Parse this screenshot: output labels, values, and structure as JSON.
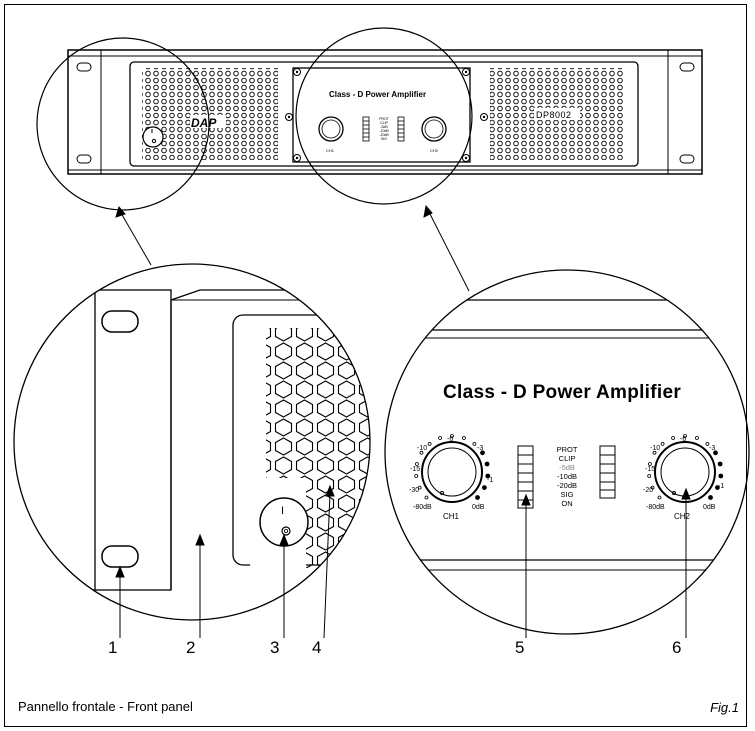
{
  "panel": {
    "title": "Class - D Power Amplifier",
    "model": "DP8002",
    "brand_logo": "DAP",
    "power_switch_symbol": "I",
    "ch1": {
      "label": "CH1",
      "scale": [
        "-10",
        "-6",
        "-3",
        "-1",
        "0dB",
        "-80dB",
        "-30",
        "-15"
      ]
    },
    "ch2": {
      "label": "CH2",
      "scale": [
        "-10",
        "-6",
        "-3",
        "-1",
        "0dB",
        "-80dB",
        "-20",
        "-15"
      ]
    },
    "leds": [
      "PROT",
      "CLIP",
      "-5dB",
      "-10dB",
      "-20dB",
      "SIG",
      "ON"
    ]
  },
  "callouts": [
    "1",
    "2",
    "3",
    "4",
    "5",
    "6"
  ],
  "caption": "Pannello frontale - Front panel",
  "fig_label": "Fig.1",
  "colors": {
    "line": "#000000",
    "paper": "#ffffff",
    "faint_led": "#888888"
  }
}
